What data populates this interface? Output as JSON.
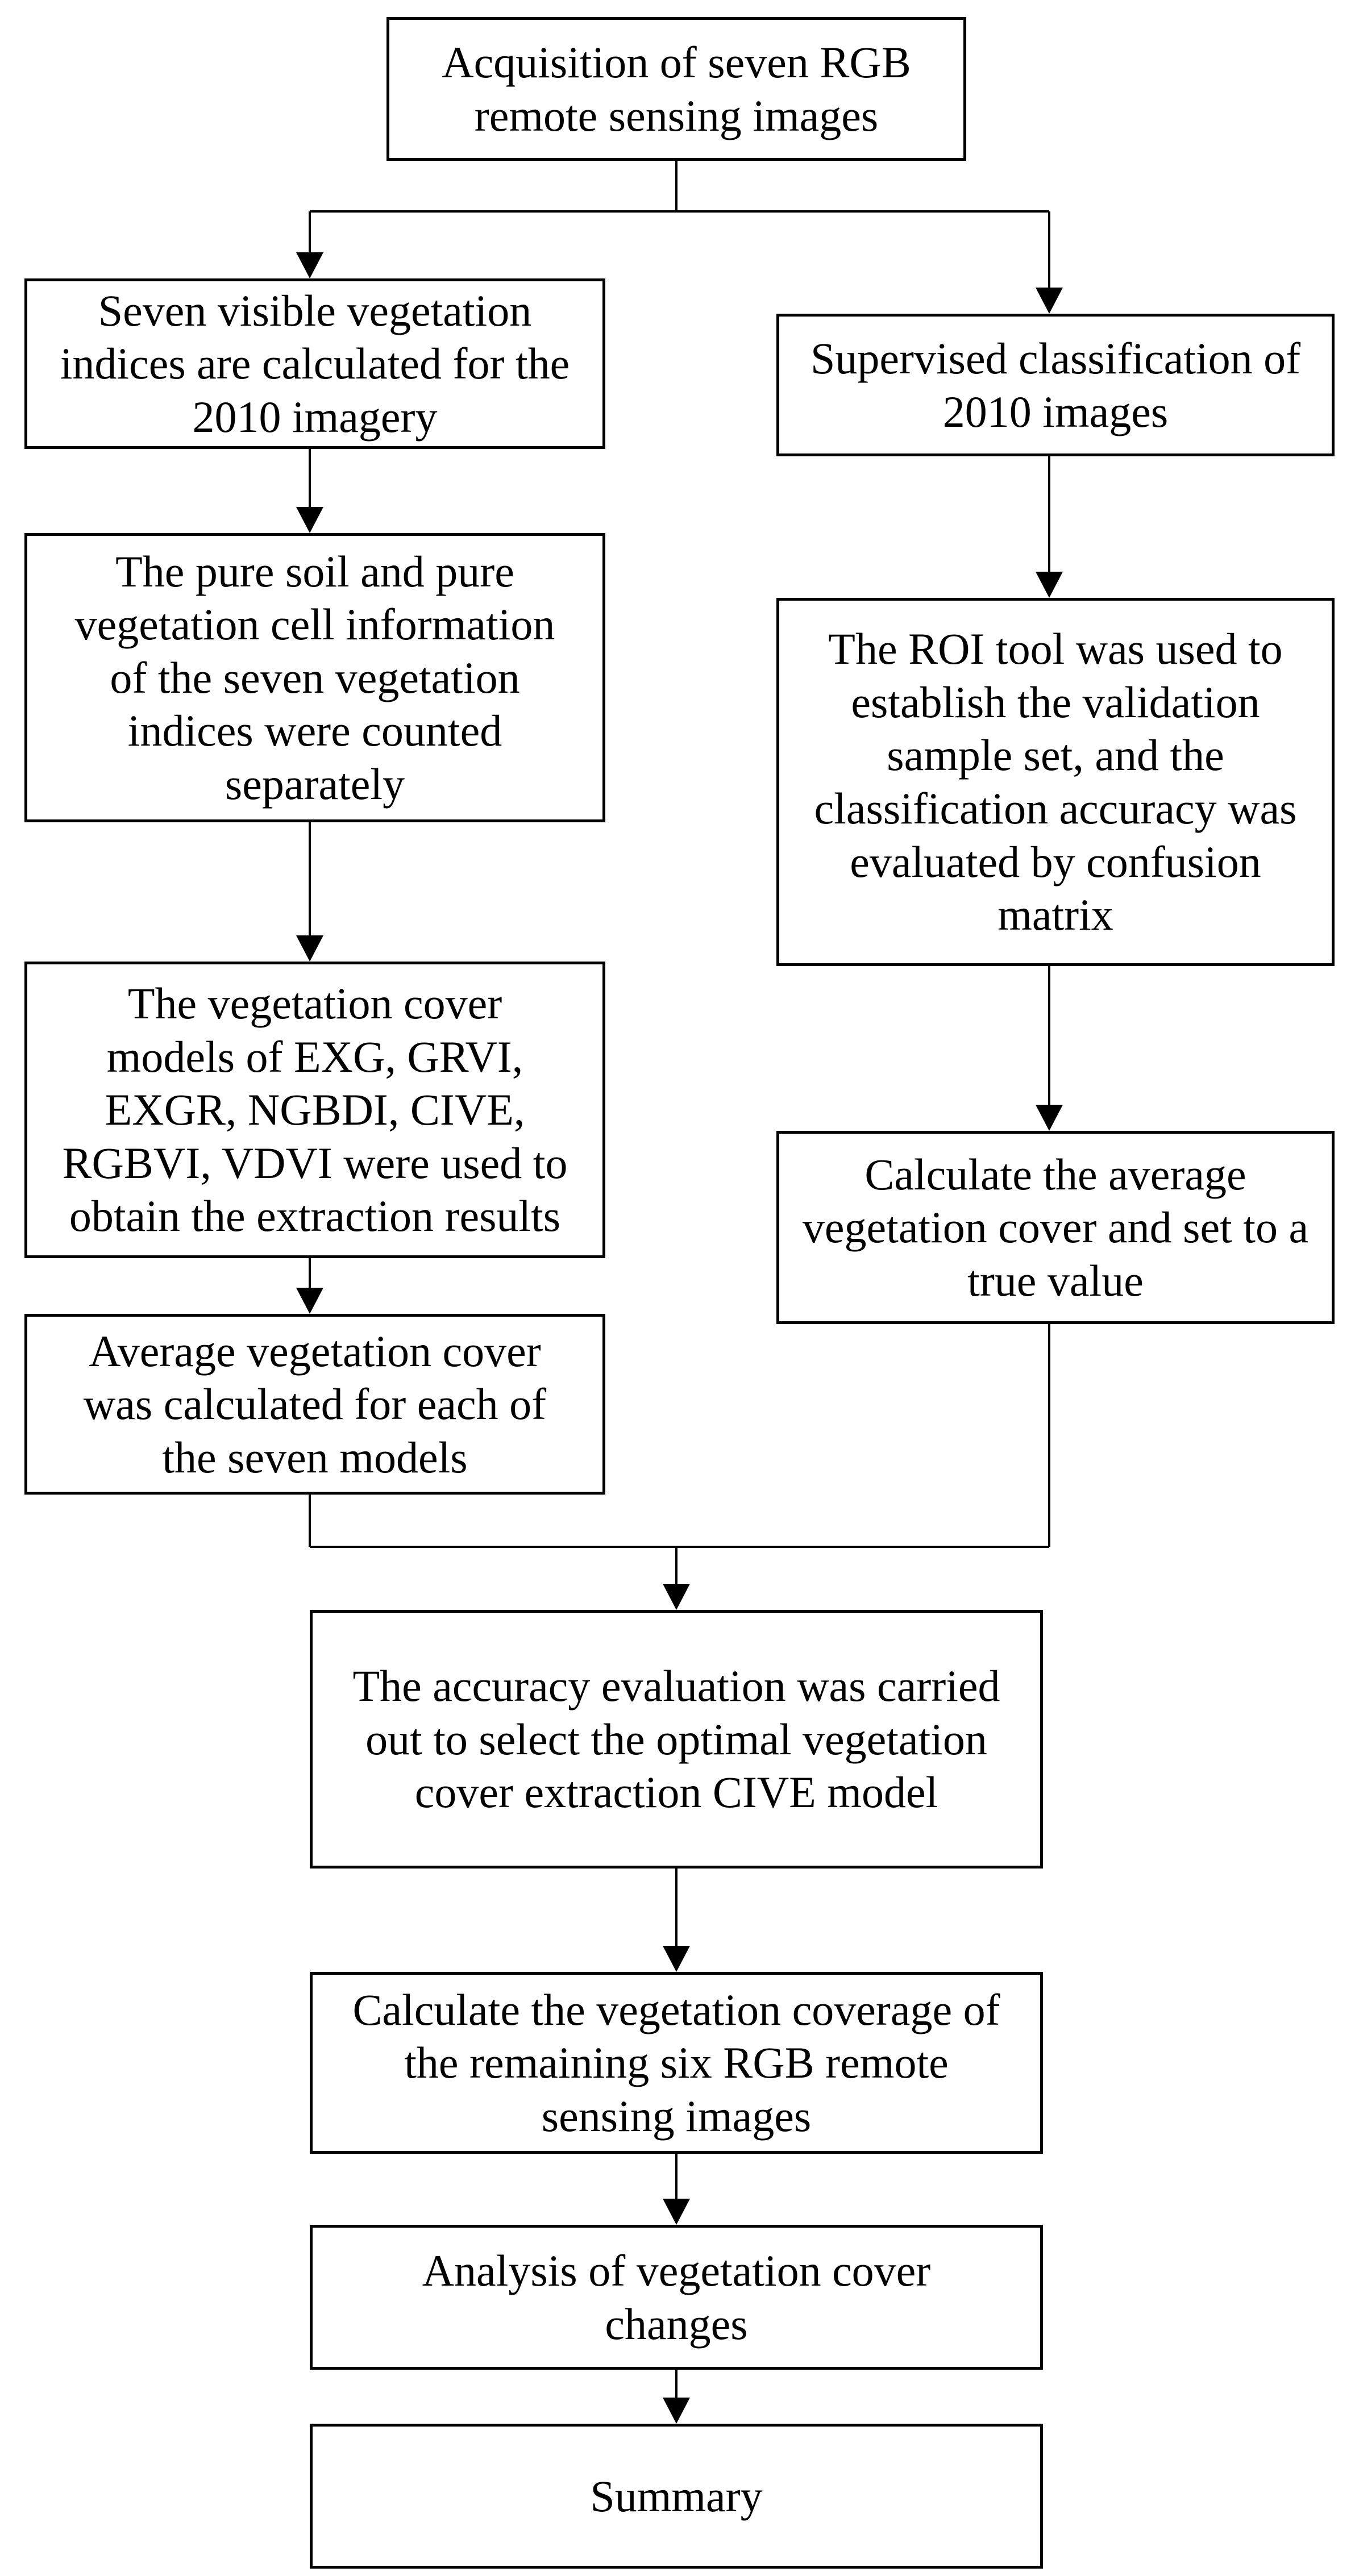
{
  "colors": {
    "background": "#ffffff",
    "line": "#000000",
    "text": "#000000"
  },
  "diagram": {
    "type": "flowchart",
    "nodes": {
      "acquisition": [
        "Acquisition of seven RGB",
        "remote sensing images"
      ],
      "left1": [
        "Seven visible vegetation",
        "indices are calculated for the",
        "2010 imagery"
      ],
      "left2": [
        "The pure soil and pure",
        "vegetation cell information",
        "of the seven vegetation",
        "indices were counted",
        "separately"
      ],
      "left3": [
        "The vegetation cover",
        "models of EXG, GRVI,",
        "EXGR, NGBDI, CIVE,",
        "RGBVI, VDVI were used to",
        "obtain the extraction results"
      ],
      "left4": [
        "Average vegetation cover",
        "was calculated for each of",
        "the seven models"
      ],
      "right1": [
        "Supervised classification of",
        "2010 images"
      ],
      "right2": [
        "The ROI tool was used to",
        "establish the validation",
        "sample set, and the",
        "classification accuracy was",
        "evaluated by confusion",
        "matrix"
      ],
      "right3": [
        "Calculate the average",
        "vegetation cover and set to a",
        "true value"
      ],
      "merged1": [
        "The accuracy evaluation was carried",
        "out to select the optimal vegetation",
        "cover extraction CIVE model"
      ],
      "merged2": [
        "Calculate the vegetation coverage of",
        "the remaining six RGB remote",
        "sensing images"
      ],
      "merged3": [
        "Analysis of vegetation cover",
        "changes"
      ],
      "merged4": [
        "Summary"
      ]
    },
    "edges": [
      "acquisition -> left1",
      "acquisition -> right1",
      "left1 -> left2",
      "left2 -> left3",
      "left3 -> left4",
      "right1 -> right2",
      "right2 -> right3",
      "left4 -> merged1",
      "right3 -> merged1",
      "merged1 -> merged2",
      "merged2 -> merged3",
      "merged3 -> merged4"
    ]
  }
}
